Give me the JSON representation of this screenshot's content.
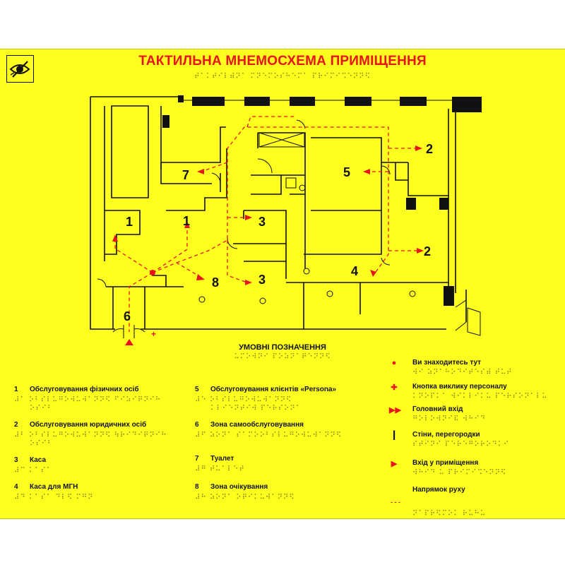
{
  "title": "ТАКТИЛЬНА МНЕМОСХЕМА ПРИМІЩЕННЯ",
  "title_braille": "⠞⠁⠅⠞⠊⠇⠾⠝⠁ ⠍⠝⠑⠍⠕⠎⠓⠑⠍⠁ ⠏⠗⠊⠍⠊⠩⠑⠝⠝⠫",
  "map_labels": {
    "r1a": "1",
    "r1b": "1",
    "r2a": "2",
    "r2b": "2",
    "r3a": "3",
    "r3b": "3",
    "r4": "4",
    "r5": "5",
    "r6": "6",
    "r7": "7",
    "r8": "8"
  },
  "legend": {
    "title": "УМОВНІ ПОЗНАЧЕННЯ",
    "title_braille": "⠥⠍⠕⠺⠝⠊ ⠏⠕⠵⠝⠁⠟⠑⠝⠝⠫",
    "items": [
      {
        "num": "1",
        "label": "Обслуговування фізичних осіб",
        "braille1": "⠼⠁ ⠕⠃⠎⠇⠥⠛⠕⠺⠥⠺⠁⠝⠝⠫ ⠋⠊⠵⠊⠟⠝⠊⠓",
        "braille2": "⠕⠎⠊⠃"
      },
      {
        "num": "2",
        "label": "Обслуговування юридичних осіб",
        "braille1": "⠼⠃ ⠕⠃⠎⠇⠥⠛⠕⠺⠥⠺⠁⠝⠝⠫ ⠳⠗⠊⠙⠊⠟⠝⠊⠓",
        "braille2": "⠕⠎⠊⠃"
      },
      {
        "num": "3",
        "label": "Каса",
        "braille1": "⠼⠉ ⠅⠁⠎⠁"
      },
      {
        "num": "4",
        "label": "Каса для МГН",
        "braille1": "⠼⠙ ⠅⠁⠎⠁ ⠙⠇⠫ ⠍⠛⠝"
      },
      {
        "num": "5",
        "label": "Обслуговування клієнтів «Persona»",
        "braille1": "⠼⠑ ⠕⠃⠎⠇⠥⠛⠕⠺⠥⠺⠁⠝⠝⠫",
        "braille2": "⠅⠇⠊⠑⠝⠞⠊⠺ ⠏⠑⠗⠎⠕⠝⠁"
      },
      {
        "num": "6",
        "label": "Зона самообслуговування",
        "braille1": "⠼⠋ ⠵⠕⠝⠁ ⠎⠁⠍⠕⠕⠃⠎⠇⠥⠛⠕⠺⠥⠺⠁⠝⠝⠫"
      },
      {
        "num": "7",
        "label": "Туалет",
        "braille1": "⠼⠛ ⠞⠥⠁⠇⠑⠞"
      },
      {
        "num": "8",
        "label": "Зона очікування",
        "braille1": "⠼⠓ ⠵⠕⠝⠁ ⠕⠟⠊⠅⠥⠺⠁⠝⠝⠫"
      }
    ],
    "symbols": [
      {
        "icon": "you-are-here-icon",
        "glyph": "●",
        "label": "Ви знаходитесь тут",
        "braille": "⠺⠊ ⠵⠝⠁⠓⠕⠙⠊⠞⠑⠎⠾ ⠞⠥⠞"
      },
      {
        "icon": "call-button-icon",
        "glyph": "✚",
        "label": "Кнопка виклику персоналу",
        "braille": "⠅⠝⠕⠏⠅⠁ ⠺⠊⠅⠇⠊⠅⠥ ⠏⠑⠗⠎⠕⠝⠁⠇⠥"
      },
      {
        "icon": "main-entrance-icon",
        "glyph": "▶▶",
        "label": "Головний вхід",
        "braille": "⠛⠕⠇⠕⠺⠝⠊⠯ ⠺⠓⠊⠙"
      },
      {
        "icon": "walls-icon",
        "glyph": "┃",
        "label": "Стіни, перегородки",
        "braille": "⠎⠞⠊⠝⠊ ⠏⠑⠗⠑⠛⠕⠗⠕⠙⠅⠊"
      },
      {
        "icon": "room-entrance-icon",
        "glyph": "▶",
        "label": "Вхід у приміщення",
        "braille": "⠺⠓⠊⠙ ⠥ ⠏⠗⠊⠍⠊⠩⠑⠝⠝⠫"
      },
      {
        "icon": "direction-icon",
        "glyph": "- - -",
        "label": "Напрямок руху",
        "braille": "⠝⠁⠏⠗⠫⠍⠕⠅ ⠗⠥⠓⠥"
      }
    ]
  },
  "colors": {
    "background": "#ffff1f",
    "accent_red": "#e8141c",
    "wall": "#111111"
  }
}
